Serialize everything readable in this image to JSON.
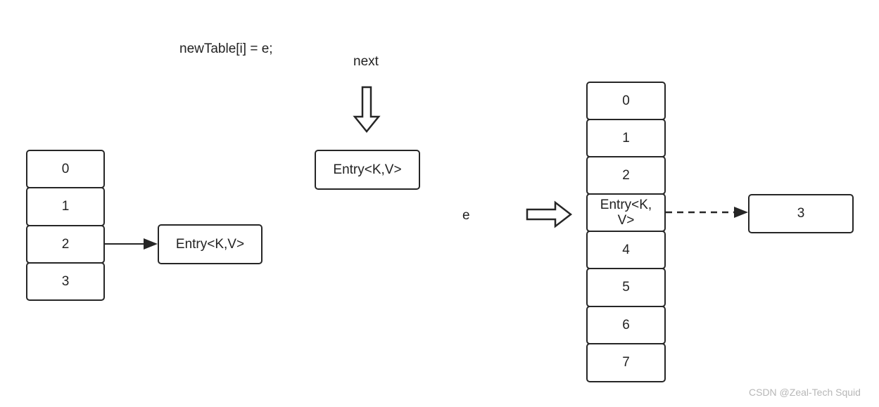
{
  "code_line": "newTable[i] = e;",
  "label_next": "next",
  "label_e": "e",
  "old_table": [
    "0",
    "1",
    "2",
    "3"
  ],
  "old_entry": "Entry<K,V>",
  "next_entry": "Entry<K,V>",
  "new_table": [
    "0",
    "1",
    "2",
    "Entry<K,\nV>",
    "4",
    "5",
    "6",
    "7"
  ],
  "new_side_value": "3",
  "watermark": "CSDN @Zeal-Tech Squid"
}
